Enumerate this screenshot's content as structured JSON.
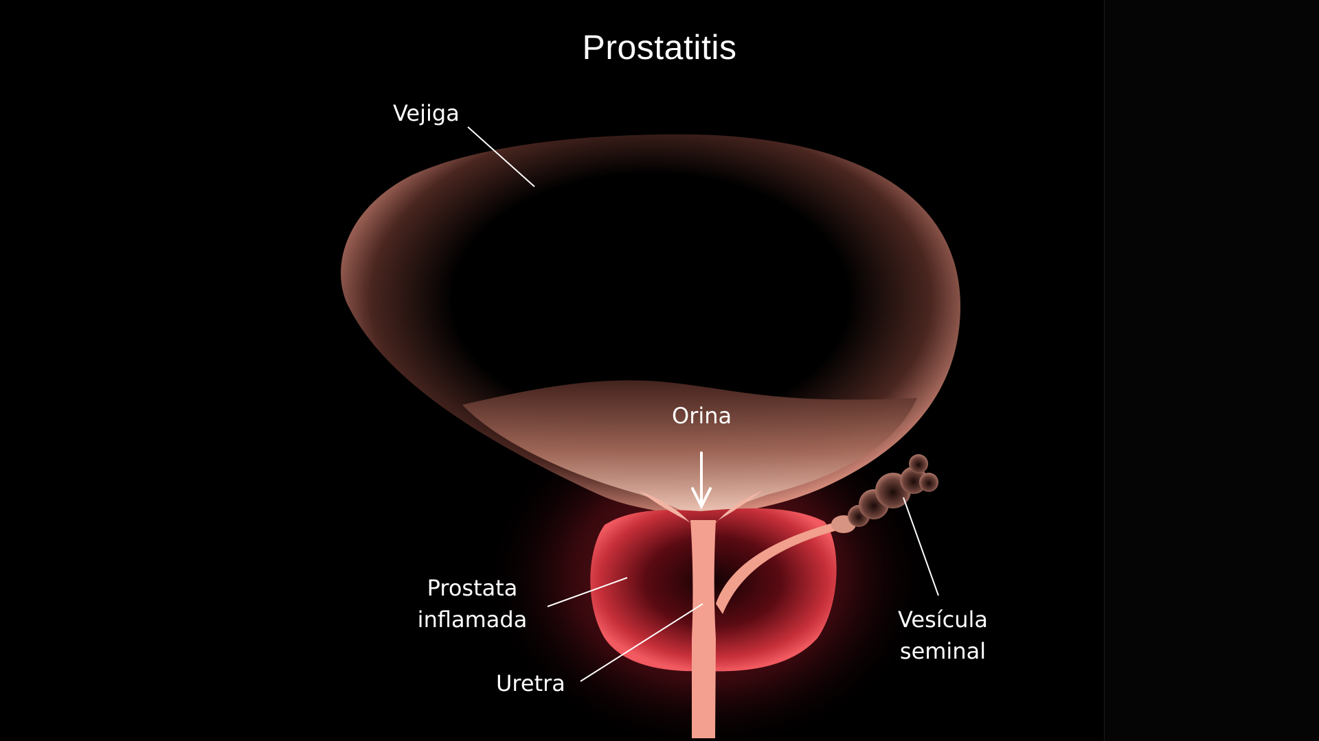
{
  "figure": {
    "title": "Prostatitis",
    "background_color": "#000000",
    "colors": {
      "tissue": "#f2a08e",
      "tissue_dark": "#3a1a14",
      "prostate_inflamed": "#e8454f",
      "prostate_glow": "#8a1822",
      "urine": "#f6d0bf",
      "label_text": "#ffffff",
      "leader_line": "#ffffff"
    },
    "labels": {
      "bladder": "Vejiga",
      "urine": "Orina",
      "prostate_line1": "Prostata",
      "prostate_line2": "inflamada",
      "urethra": "Uretra",
      "seminal_line1": "Vesícula",
      "seminal_line2": "seminal"
    },
    "icons": {
      "urine_flow": "arrow-down-icon"
    }
  }
}
